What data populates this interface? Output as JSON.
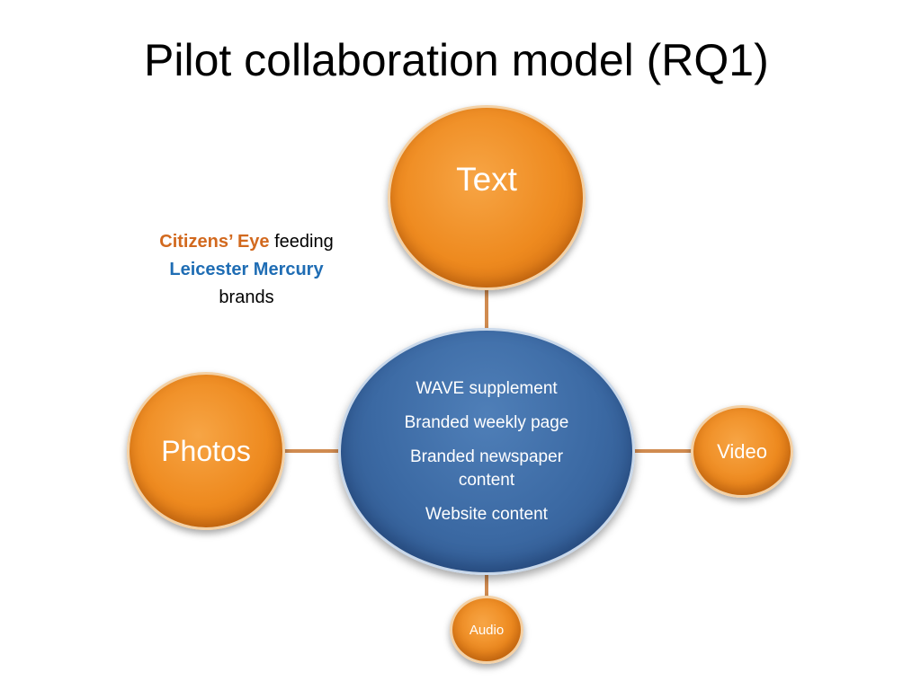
{
  "title": "Pilot collaboration model (RQ1)",
  "caption": {
    "part1_highlight": "Citizens’ Eye",
    "part1_rest": " feeding",
    "part2_highlight": "Leicester Mercury",
    "part3": "brands"
  },
  "colors": {
    "orange": "#ee8a1f",
    "blue": "#3b69a3",
    "connector": "#d08b50",
    "caption_orange": "#d2691e",
    "caption_blue": "#1f6db4"
  },
  "nodes": {
    "text": "Text",
    "photos": "Photos",
    "video": "Video",
    "audio": "Audio"
  },
  "center": {
    "items": [
      "WAVE supplement",
      "Branded weekly page",
      "Branded newspaper content",
      "Website content"
    ]
  }
}
